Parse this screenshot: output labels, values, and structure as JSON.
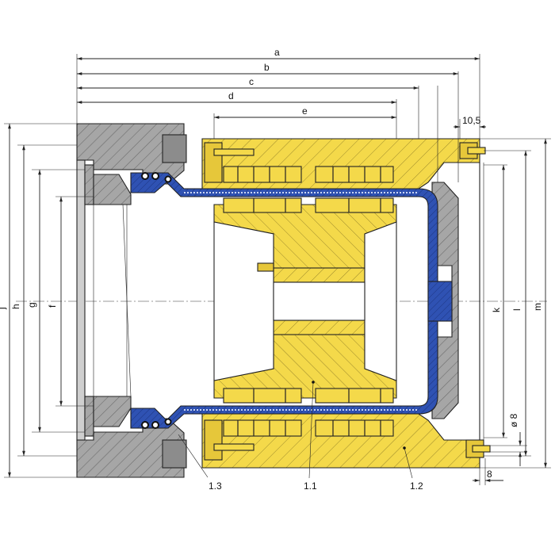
{
  "colors": {
    "housing": "#a6a6a6",
    "housing_hatch": "#6d6d6d",
    "yellow": "#f4d94a",
    "yellow_hatch": "#9d8a2c",
    "blue": "#2f52b3",
    "outline": "#222222"
  },
  "dimensions": {
    "a": "a",
    "b": "b",
    "c": "c",
    "d": "d",
    "e": "e",
    "f": "f",
    "g": "g",
    "h": "h",
    "j": "j",
    "k": "k",
    "l": "l",
    "m": "m",
    "d105": "10,5",
    "phi8": "ø 8",
    "d8": "8"
  },
  "callouts": {
    "p13": "1.3",
    "p11": "1.1",
    "p12": "1.2"
  }
}
